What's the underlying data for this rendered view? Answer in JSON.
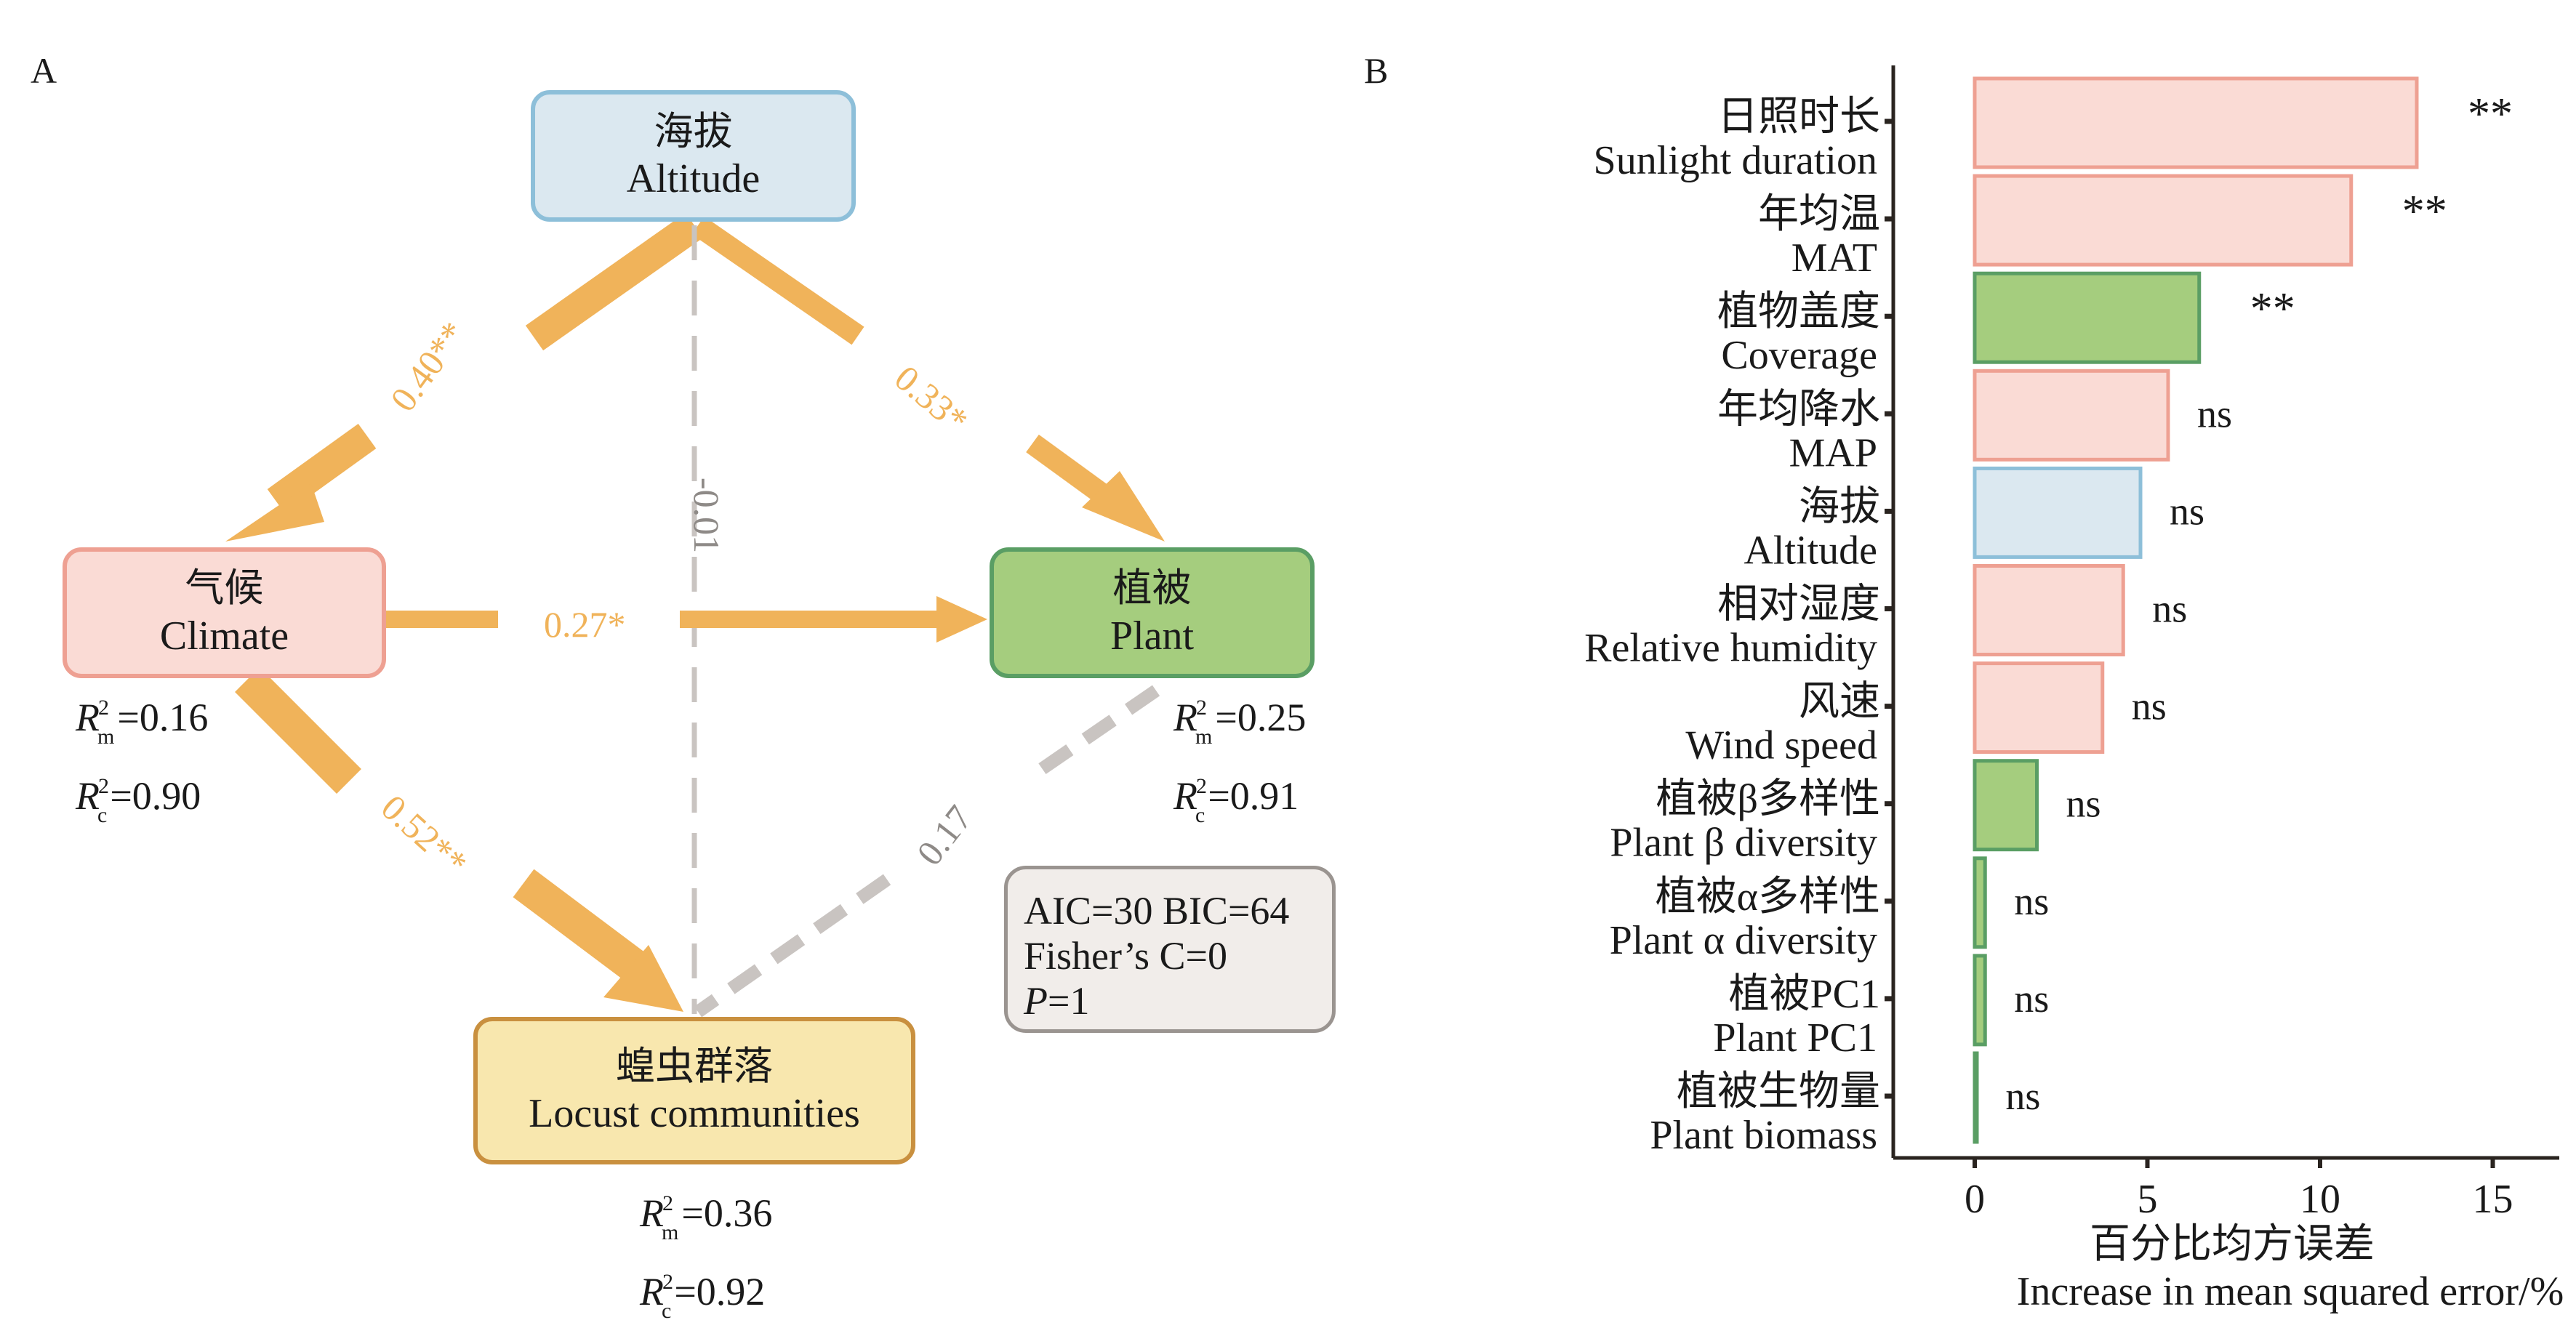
{
  "panels": {
    "a_label": "A",
    "b_label": "B"
  },
  "sem": {
    "nodes": {
      "altitude": {
        "zh": "海拔",
        "en": "Altitude",
        "fill": "#dbe8f0",
        "stroke": "#8dbfd9"
      },
      "climate": {
        "zh": "气候",
        "en": "Climate",
        "fill": "#fadbd5",
        "stroke": "#eea092",
        "r2m": "0.16",
        "r2c": "0.90"
      },
      "plant": {
        "zh": "植被",
        "en": "Plant",
        "fill": "#a5cd7e",
        "stroke": "#5a9e64",
        "r2m": "0.25",
        "r2c": "0.91"
      },
      "locust": {
        "zh": "蝗虫群落",
        "en": "Locust communities",
        "fill": "#f8e7ae",
        "stroke": "#c9903f",
        "r2m": "0.36",
        "r2c": "0.92"
      }
    },
    "r2_symbol": "R",
    "r2_sup": "2",
    "r2_sub_m": "m",
    "r2_sub_c": "c",
    "paths": [
      {
        "from": "Altitude",
        "to": "Climate",
        "coef": "0.40**",
        "significant": true
      },
      {
        "from": "Altitude",
        "to": "Plant",
        "coef": "0.33*",
        "significant": true
      },
      {
        "from": "Altitude",
        "to": "Locust communities",
        "coef": "-0.01",
        "significant": false
      },
      {
        "from": "Climate",
        "to": "Plant",
        "coef": "0.27*",
        "significant": true
      },
      {
        "from": "Climate",
        "to": "Locust communities",
        "coef": "0.52**",
        "significant": true
      },
      {
        "from": "Plant",
        "to": "Locust communities",
        "coef": "0.17",
        "significant": false
      }
    ],
    "fit": {
      "line1": "AIC=30 BIC=64",
      "line2": "Fisher’s C=0",
      "p_symbol": "P",
      "p_value": "=1"
    },
    "colors": {
      "significant": "#f0b35a",
      "nonsignificant": "#c9c4c1",
      "nonsig_text": "#8e8a87"
    }
  },
  "chart_data": {
    "type": "bar",
    "orientation": "horizontal",
    "categories": [
      {
        "zh": "日照时长",
        "en": "Sunlight duration"
      },
      {
        "zh": "年均温",
        "en": "MAT"
      },
      {
        "zh": "植物盖度",
        "en": "Coverage"
      },
      {
        "zh": "年均降水",
        "en": "MAP"
      },
      {
        "zh": "海拔",
        "en": "Altitude"
      },
      {
        "zh": "相对湿度",
        "en": "Relative humidity"
      },
      {
        "zh": "风速",
        "en": "Wind speed"
      },
      {
        "zh": "植被β多样性",
        "en": "Plant β diversity"
      },
      {
        "zh": "植被α多样性",
        "en": "Plant α diversity"
      },
      {
        "zh": "植被PC1",
        "en": "Plant PC1"
      },
      {
        "zh": "植被生物量",
        "en": "Plant biomass"
      }
    ],
    "values": [
      12.8,
      10.9,
      6.5,
      5.6,
      4.8,
      4.3,
      3.7,
      1.8,
      0.3,
      0.3,
      0.05
    ],
    "groups": [
      "climate",
      "climate",
      "plant",
      "climate",
      "altitude",
      "climate",
      "climate",
      "plant",
      "plant",
      "plant",
      "plant"
    ],
    "significance": [
      "**",
      "**",
      "**",
      "ns",
      "ns",
      "ns",
      "ns",
      "ns",
      "ns",
      "ns",
      "ns"
    ],
    "group_colors": {
      "climate": {
        "fill": "#fadbd5",
        "stroke": "#eea092"
      },
      "plant": {
        "fill": "#a5cd7e",
        "stroke": "#5a9e64"
      },
      "altitude": {
        "fill": "#dbe8f0",
        "stroke": "#8dbfd9"
      }
    },
    "xticks": [
      "0",
      "5",
      "10",
      "15"
    ],
    "xtick_values": [
      0,
      5,
      10,
      15
    ],
    "xlim": [
      -2.3,
      16.5
    ],
    "xlabel_zh": "百分比均方误差",
    "xlabel_en": "Increase in mean squared error/%",
    "ylabel": "",
    "grid": false,
    "legend": "none"
  }
}
